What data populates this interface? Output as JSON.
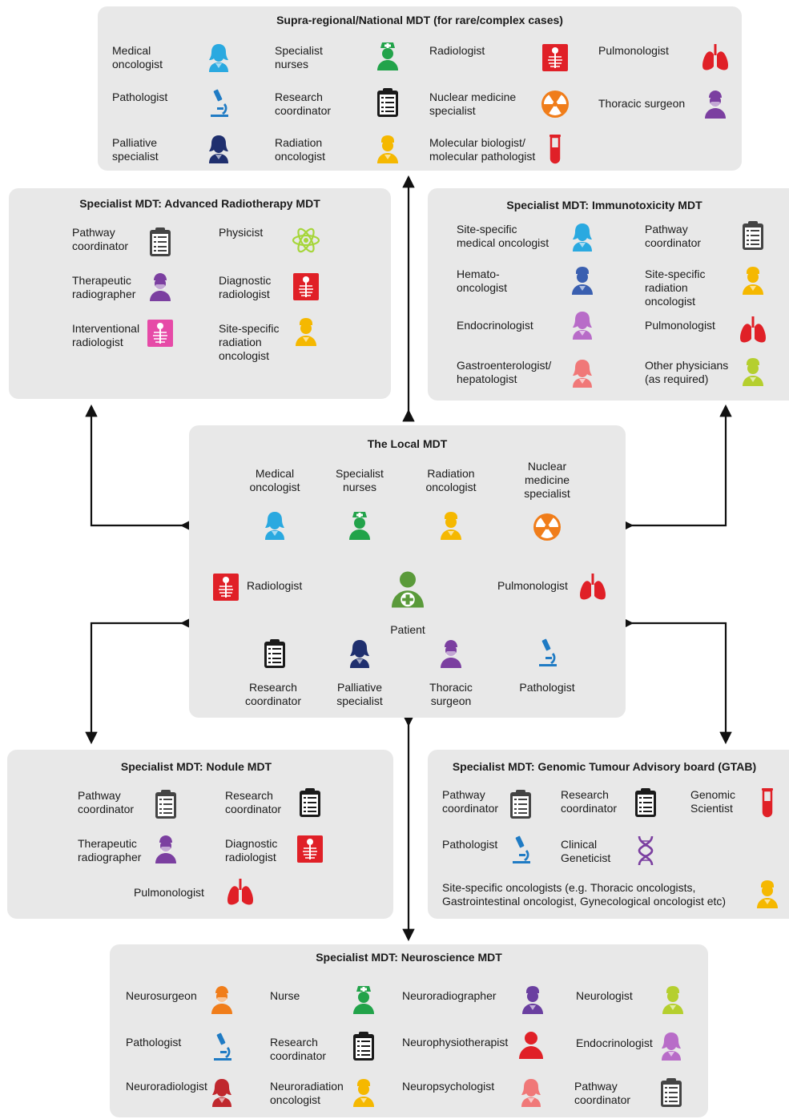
{
  "colors": {
    "panel": "#e8e8e8",
    "icons": {
      "medical_oncologist": "#2aa9e0",
      "specialist_nurse": "#22a34a",
      "radiologist": "#e02027",
      "pulmonologist": "#e02027",
      "pathologist": "#1f7bc4",
      "research_coordinator": "#1a1a1a",
      "nuclear_medicine": "#f07d1a",
      "thoracic_surgeon": "#7b3fa0",
      "palliative": "#1f2f6e",
      "radiation_oncologist": "#f5b800",
      "molecular_biologist": "#e02027",
      "pathway_coordinator": "#444444",
      "physicist": "#a6d63a",
      "therapeutic_radiographer": "#7b3fa0",
      "interventional_radiologist": "#e64aa7",
      "hemato_oncologist": "#3a5fb0",
      "endocrinologist": "#b86cc8",
      "gastroenterologist": "#f07878",
      "other_physicians": "#b5cf2e",
      "patient": "#5a9a3a",
      "clinical_geneticist": "#7b3fa0",
      "neurosurgeon": "#f07d1a",
      "neuroradiographer": "#6a3fa0",
      "neurologist": "#b5cf2e",
      "neurophysiotherapist": "#e02027",
      "neuroradiologist": "#c0282e",
      "neuropsychologist": "#f07878"
    }
  },
  "supra": {
    "title": "Supra-regional/National MDT (for rare/complex cases)",
    "items": [
      {
        "label": "Medical\noncologist",
        "icon": "doctor-female-icon"
      },
      {
        "label": "Specialist\nnurses",
        "icon": "nurse-icon"
      },
      {
        "label": "Radiologist",
        "icon": "x-ray-icon"
      },
      {
        "label": "Pulmonologist",
        "icon": "lungs-icon"
      },
      {
        "label": "Pathologist",
        "icon": "microscope-icon"
      },
      {
        "label": "Research\ncoordinator",
        "icon": "clipboard-icon"
      },
      {
        "label": "Nuclear medicine\nspecialist",
        "icon": "radiation-icon"
      },
      {
        "label": "Thoracic surgeon",
        "icon": "surgeon-icon"
      },
      {
        "label": "Palliative\nspecialist",
        "icon": "doctor-female-icon"
      },
      {
        "label": "Radiation\noncologist",
        "icon": "doctor-male-icon"
      },
      {
        "label": "Molecular biologist/\nmolecular pathologist",
        "icon": "test-tube-icon"
      }
    ]
  },
  "radiotherapy": {
    "title": "Specialist MDT: Advanced Radiotherapy MDT",
    "items": [
      {
        "label": "Pathway\ncoordinator",
        "icon": "clipboard-icon"
      },
      {
        "label": "Physicist",
        "icon": "atom-icon"
      },
      {
        "label": "Therapeutic\nradiographer",
        "icon": "surgeon-icon"
      },
      {
        "label": "Diagnostic\nradiologist",
        "icon": "x-ray-icon"
      },
      {
        "label": "Interventional\nradiologist",
        "icon": "x-ray-icon"
      },
      {
        "label": "Site-specific\nradiation\noncologist",
        "icon": "doctor-male-icon"
      }
    ]
  },
  "immuno": {
    "title": "Specialist MDT: Immunotoxicity MDT",
    "items": [
      {
        "label": "Site-specific\nmedical oncologist",
        "icon": "doctor-female-icon"
      },
      {
        "label": "Pathway\ncoordinator",
        "icon": "clipboard-icon"
      },
      {
        "label": "Hemato-\noncologist",
        "icon": "doctor-male-icon"
      },
      {
        "label": "Site-specific\nradiation\noncologist",
        "icon": "doctor-male-icon"
      },
      {
        "label": "Endocrinologist",
        "icon": "doctor-female-icon"
      },
      {
        "label": "Pulmonologist",
        "icon": "lungs-icon"
      },
      {
        "label": "Gastroenterologist/\nhepatologist",
        "icon": "doctor-female-icon"
      },
      {
        "label": "Other physicians\n(as required)",
        "icon": "doctor-male-icon"
      }
    ]
  },
  "local": {
    "title": "The Local MDT",
    "items": [
      {
        "label": "Medical\noncologist",
        "icon": "doctor-female-icon"
      },
      {
        "label": "Specialist\nnurses",
        "icon": "nurse-icon"
      },
      {
        "label": "Radiation\noncologist",
        "icon": "doctor-male-icon"
      },
      {
        "label": "Nuclear\nmedicine\nspecialist",
        "icon": "radiation-icon"
      },
      {
        "label": "Radiologist",
        "icon": "x-ray-icon"
      },
      {
        "label": "Patient",
        "icon": "patient-icon"
      },
      {
        "label": "Pulmonologist",
        "icon": "lungs-icon"
      },
      {
        "label": "Research\ncoordinator",
        "icon": "clipboard-icon"
      },
      {
        "label": "Palliative\nspecialist",
        "icon": "doctor-female-icon"
      },
      {
        "label": "Thoracic\nsurgeon",
        "icon": "surgeon-icon"
      },
      {
        "label": "Pathologist",
        "icon": "microscope-icon"
      }
    ]
  },
  "nodule": {
    "title": "Specialist MDT: Nodule MDT",
    "items": [
      {
        "label": "Pathway\ncoordinator",
        "icon": "clipboard-icon"
      },
      {
        "label": "Research\ncoordinator",
        "icon": "clipboard-icon"
      },
      {
        "label": "Therapeutic\nradiographer",
        "icon": "surgeon-icon"
      },
      {
        "label": "Diagnostic\nradiologist",
        "icon": "x-ray-icon"
      },
      {
        "label": "Pulmonologist",
        "icon": "lungs-icon"
      }
    ]
  },
  "gtab": {
    "title": "Specialist MDT: Genomic Tumour Advisory board (GTAB)",
    "items": [
      {
        "label": "Pathway\ncoordinator",
        "icon": "clipboard-icon"
      },
      {
        "label": "Research\ncoordinator",
        "icon": "clipboard-icon"
      },
      {
        "label": "Genomic\nScientist",
        "icon": "test-tube-icon"
      },
      {
        "label": "Pathologist",
        "icon": "microscope-icon"
      },
      {
        "label": "Clinical\nGeneticist",
        "icon": "dna-icon"
      },
      {
        "label": "Site-specific oncologists (e.g. Thoracic oncologists,\nGastrointestinal oncologist, Gynecological oncologist etc)",
        "icon": "doctor-male-icon"
      }
    ]
  },
  "neuro": {
    "title": "Specialist MDT: Neuroscience MDT",
    "items": [
      {
        "label": "Neurosurgeon",
        "icon": "surgeon-icon"
      },
      {
        "label": "Nurse",
        "icon": "nurse-icon"
      },
      {
        "label": "Neuroradiographer",
        "icon": "doctor-male-icon"
      },
      {
        "label": "Neurologist",
        "icon": "doctor-male-icon"
      },
      {
        "label": "Pathologist",
        "icon": "microscope-icon"
      },
      {
        "label": "Research\ncoordinator",
        "icon": "clipboard-icon"
      },
      {
        "label": "Neurophysiotherapist",
        "icon": "person-icon"
      },
      {
        "label": "Endocrinologist",
        "icon": "doctor-female-icon"
      },
      {
        "label": "Neuroradiologist",
        "icon": "doctor-female-icon"
      },
      {
        "label": "Neuroradiation\noncologist",
        "icon": "doctor-male-icon"
      },
      {
        "label": "Neuropsychologist",
        "icon": "doctor-female-icon"
      },
      {
        "label": "Pathway\ncoordinator",
        "icon": "clipboard-icon"
      }
    ]
  }
}
